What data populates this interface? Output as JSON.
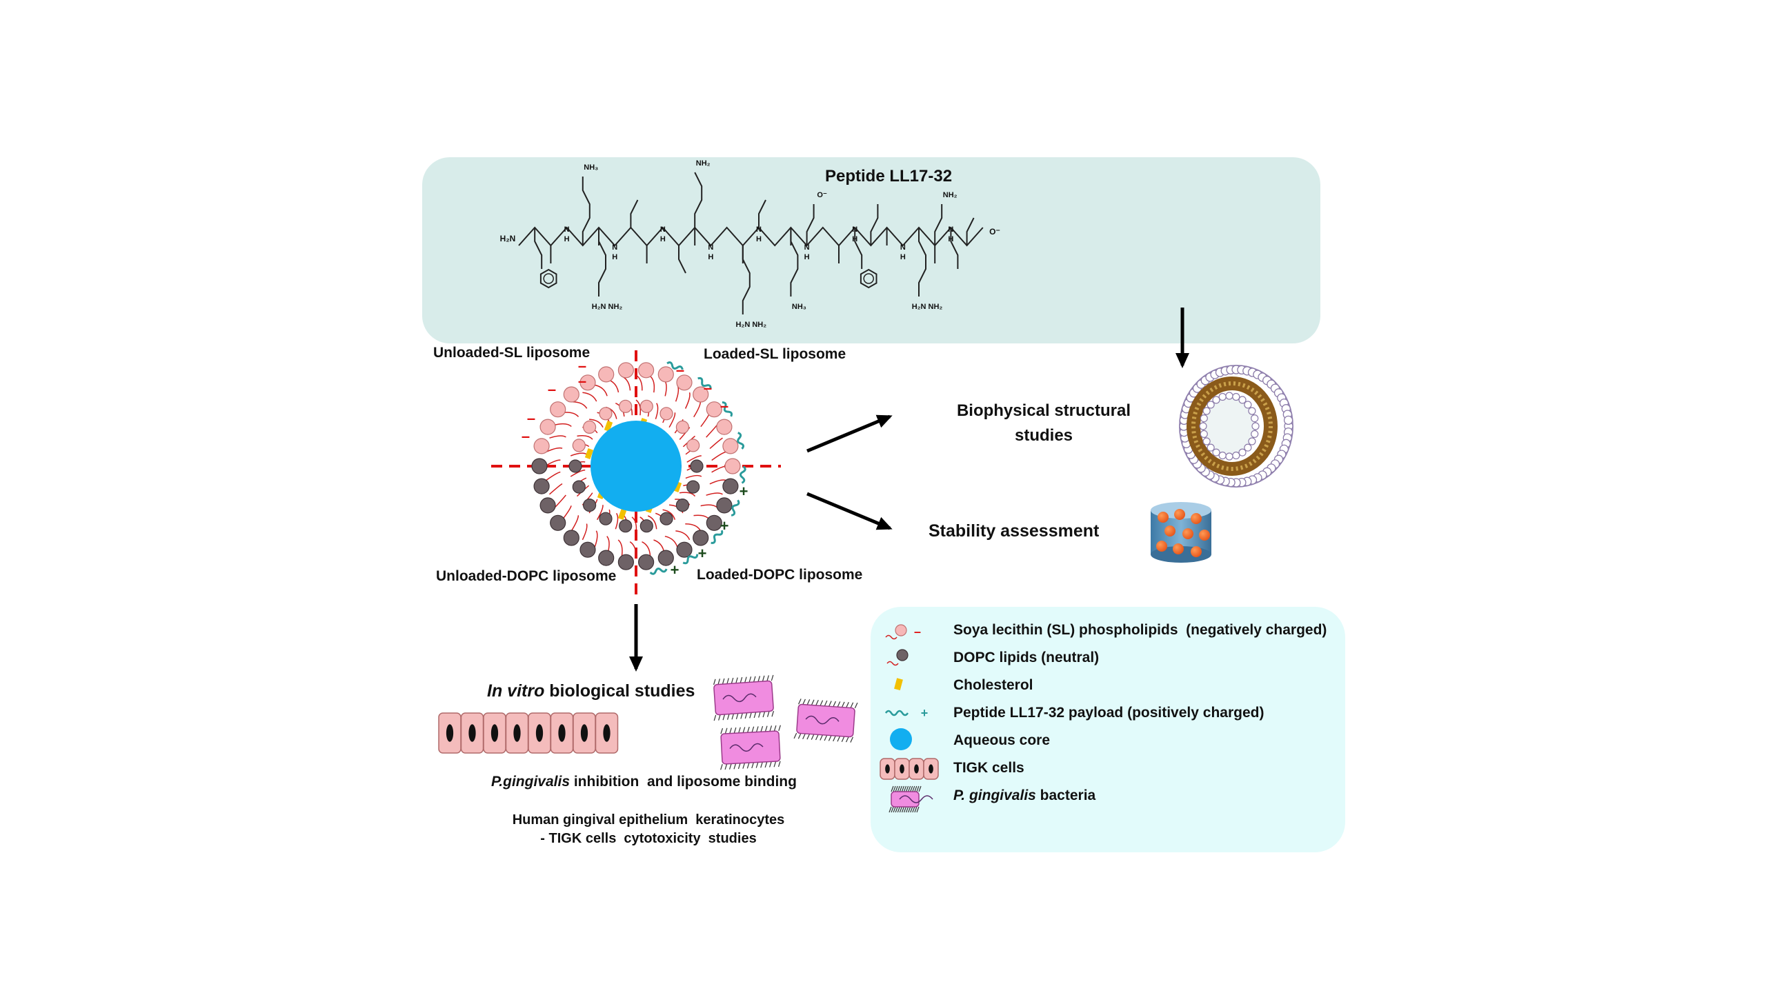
{
  "peptide": {
    "title": "Peptide LL17-32",
    "labels": {
      "h2n": "H₂N",
      "nh3": "NH₃",
      "nh2": "NH₂",
      "h2n_nh2": "H₂N   NH₂",
      "o_minus": "O⁻",
      "nh": "N",
      "h": "H",
      "plus": "+"
    }
  },
  "liposome": {
    "q1": "Unloaded-SL liposome",
    "q2": "Loaded-SL liposome",
    "q3": "Unloaded-DOPC liposome",
    "q4": "Loaded-DOPC liposome",
    "minus": "–",
    "plus": "+"
  },
  "studies": {
    "biophysical_line1": "Biophysical structural",
    "biophysical_line2": "studies",
    "stability": "Stability assessment",
    "invitro_italic": "In vitro",
    "invitro_rest": " biological studies",
    "pg_italic": "P.gingivalis",
    "pg_rest": " inhibition  and liposome binding",
    "tigk_line1": "Human gingival epithelium  keratinocytes",
    "tigk_line2": "- TIGK cells  cytotoxicity  studies"
  },
  "legend": {
    "items": [
      {
        "text": "Soya lecithin (SL) phospholipids  (negatively charged)",
        "symbol": "–"
      },
      {
        "text": "DOPC lipids (neutral)"
      },
      {
        "text": "Cholesterol"
      },
      {
        "text": "Peptide LL17-32 payload (positively charged)",
        "symbol": "+"
      },
      {
        "text": "Aqueous core"
      },
      {
        "text": "TIGK cells"
      },
      {
        "italic": "P. gingivalis",
        "text": " bacteria"
      }
    ]
  },
  "colors": {
    "panel_top": "#d8ecea",
    "panel_legend": "#e2fbfb",
    "sl_head": "#f6b8b8",
    "dopc_head": "#6e6266",
    "core": "#12aef0",
    "cholesterol": "#f2c000",
    "peptide": "#2a9b9b",
    "divider": "#e01010",
    "tigk_cell": "#f4bcbc",
    "bacteria": "#f08ce0",
    "tail": "#d21e1e"
  }
}
